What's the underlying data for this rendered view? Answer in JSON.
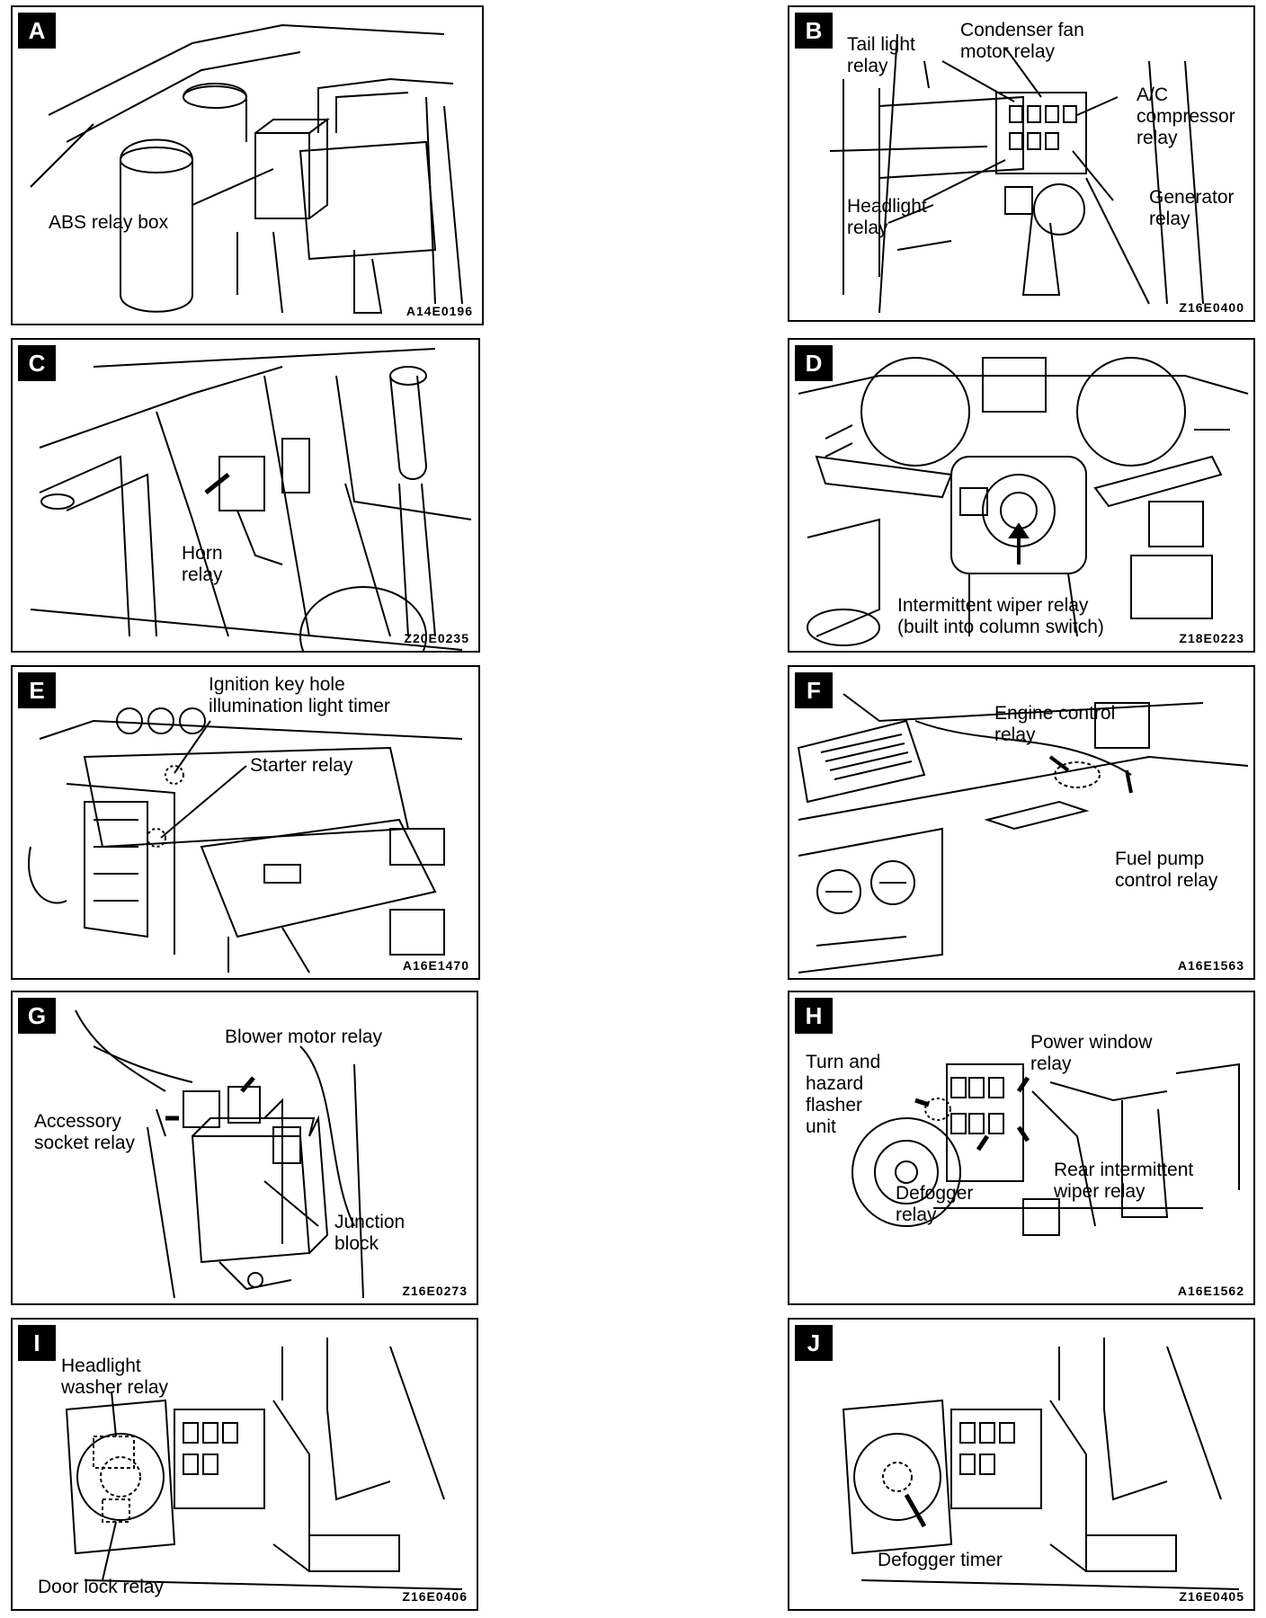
{
  "panels": {
    "A": {
      "letter": "A",
      "labels": [
        "ABS relay box"
      ],
      "code": "A14E0196"
    },
    "B": {
      "letter": "B",
      "labels": [
        "Tail light\nrelay",
        "Condenser fan\nmotor relay",
        "A/C\ncompressor\nrelay",
        "Headlight\nrelay",
        "Generator\nrelay"
      ],
      "code": "Z16E0400"
    },
    "C": {
      "letter": "C",
      "labels": [
        "Horn\nrelay"
      ],
      "code": "Z20E0235"
    },
    "D": {
      "letter": "D",
      "labels": [
        "Intermittent wiper relay\n(built into column switch)"
      ],
      "code": "Z18E0223"
    },
    "E": {
      "letter": "E",
      "labels": [
        "Ignition key hole\nillumination light timer",
        "Starter relay"
      ],
      "code": "A16E1470"
    },
    "F": {
      "letter": "F",
      "labels": [
        "Engine control\nrelay",
        "Fuel pump\ncontrol relay"
      ],
      "code": "A16E1563"
    },
    "G": {
      "letter": "G",
      "labels": [
        "Blower motor relay",
        "Accessory\nsocket relay",
        "Junction\nblock"
      ],
      "code": "Z16E0273"
    },
    "H": {
      "letter": "H",
      "labels": [
        "Turn and\nhazard\nflasher\nunit",
        "Power window\nrelay",
        "Defogger\nrelay",
        "Rear intermittent\nwiper relay"
      ],
      "code": "A16E1562"
    },
    "I": {
      "letter": "I",
      "labels": [
        "Headlight\nwasher relay",
        "Door lock relay"
      ],
      "code": "Z16E0406"
    },
    "J": {
      "letter": "J",
      "labels": [
        "Defogger timer"
      ],
      "code": "Z16E0405"
    }
  }
}
